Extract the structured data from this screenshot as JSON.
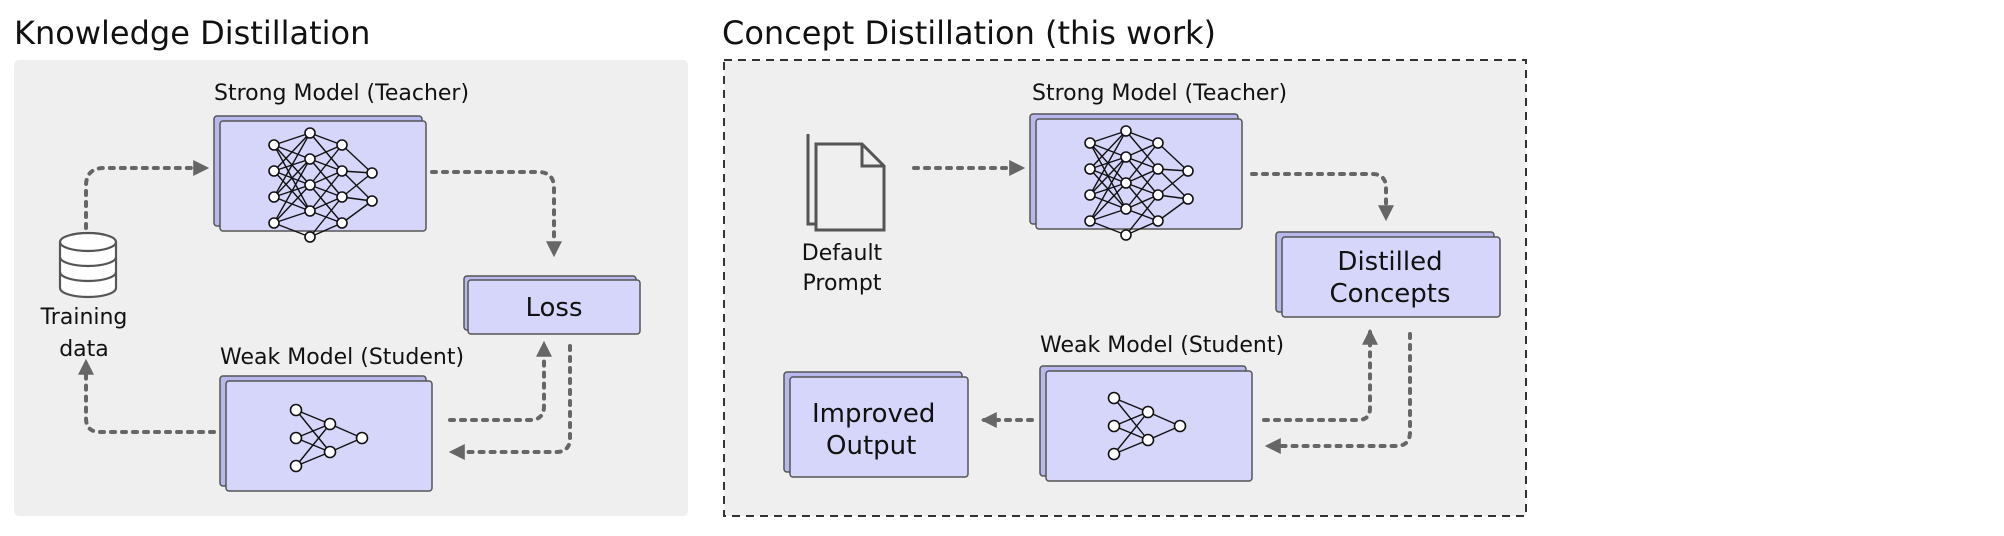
{
  "left_panel": {
    "title": "Knowledge Distillation",
    "teacher_label": "Strong Model  (Teacher)",
    "student_label": "Weak Model (Student)",
    "loss_label": "Loss",
    "training_data_line1": "Training",
    "training_data_line2": "data"
  },
  "right_panel": {
    "title": "Concept Distillation (this work)",
    "teacher_label": "Strong Model (Teacher)",
    "student_label": "Weak Model (Student)",
    "prompt_line1": "Default",
    "prompt_line2": "Prompt",
    "concepts_line1": "Distilled",
    "concepts_line2": "Concepts",
    "output_line1": "Improved",
    "output_line2": "Output"
  },
  "colors": {
    "panel_bg": "#efefef",
    "box_fill": "#d6d6fb",
    "box_shadow": "#b8b8ee",
    "arrow": "#666666"
  },
  "icons": [
    "database-icon",
    "document-icon",
    "neural-network-icon"
  ]
}
